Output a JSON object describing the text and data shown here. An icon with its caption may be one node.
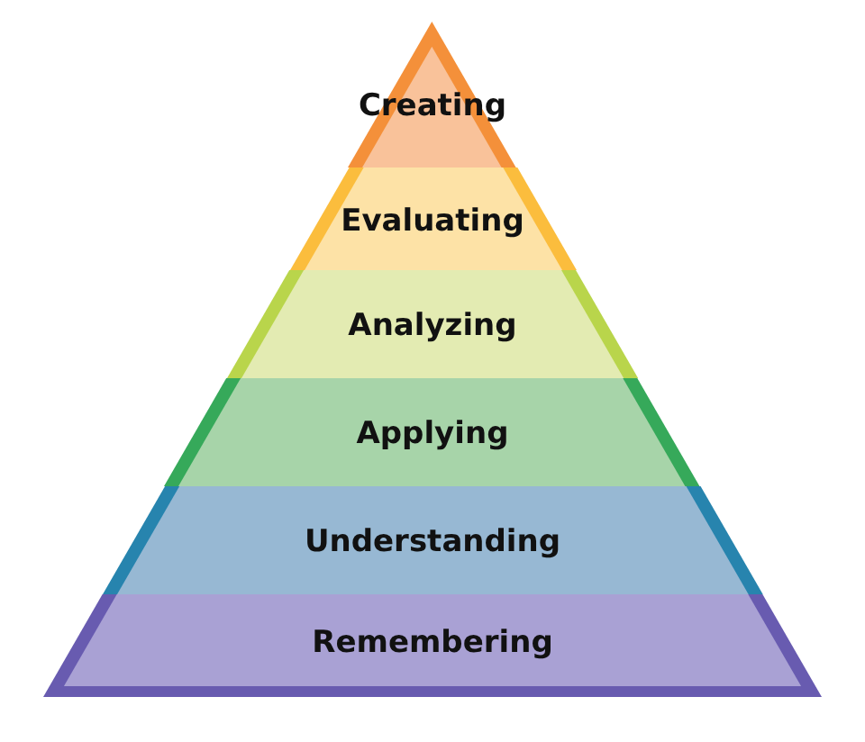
{
  "diagram": {
    "nodes": [
      {
        "text": [
          "Creating"
        ]
      },
      {
        "text": [
          "Evaluating"
        ]
      },
      {
        "text": [
          "Analyzing"
        ]
      },
      {
        "text": [
          "Applying"
        ]
      },
      {
        "text": [
          "Understanding"
        ]
      },
      {
        "text": [
          "Remembering"
        ]
      }
    ]
  }
}
